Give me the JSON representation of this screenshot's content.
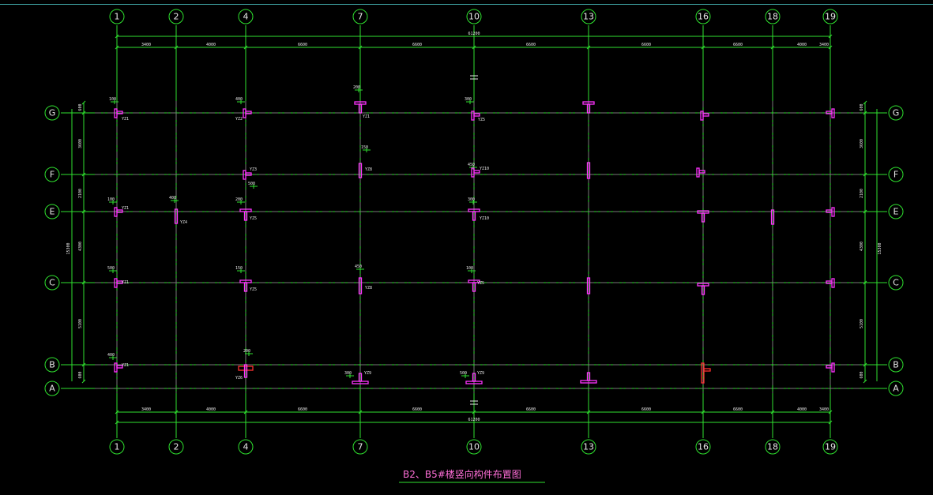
{
  "title": "B2、B5#楼竖向构件布置图",
  "vertical_axes": [
    {
      "label": "1"
    },
    {
      "label": "2"
    },
    {
      "label": "4"
    },
    {
      "label": "7"
    },
    {
      "label": "10"
    },
    {
      "label": "13"
    },
    {
      "label": "16"
    },
    {
      "label": "18"
    },
    {
      "label": "19"
    }
  ],
  "horizontal_axes": [
    {
      "label": "G"
    },
    {
      "label": "F"
    },
    {
      "label": "E"
    },
    {
      "label": "C"
    },
    {
      "label": "B"
    },
    {
      "label": "A"
    }
  ],
  "overall_dim": "61200",
  "bay_dims": [
    "3400",
    "4000",
    "6600",
    "6600",
    "6600",
    "6600",
    "6600",
    "4000",
    "3400"
  ],
  "left_dims": [
    "600",
    "3600",
    "2100",
    "15300",
    "4300",
    "5100",
    "600"
  ],
  "right_dims": [
    "600",
    "3600",
    "2100",
    "4300",
    "15300",
    "5100",
    "600"
  ],
  "column_tags": [
    "YZ1",
    "YZ2",
    "YZ1",
    "YZ5",
    "YZ3",
    "YZ8",
    "YZ10",
    "YZ1",
    "YZ4",
    "YZ5",
    "YZ10",
    "YZ1",
    "YZ5",
    "YZ8",
    "YZ5",
    "YZ1",
    "YZ6",
    "YZ9",
    "YZ9"
  ],
  "small_dims": [
    "100",
    "400",
    "200",
    "300",
    "500",
    "150",
    "450"
  ],
  "colors": {
    "grid": "#2fe12f",
    "column": "#ff33ff",
    "text": "#e8e8e8",
    "title": "#ff6fd8"
  }
}
